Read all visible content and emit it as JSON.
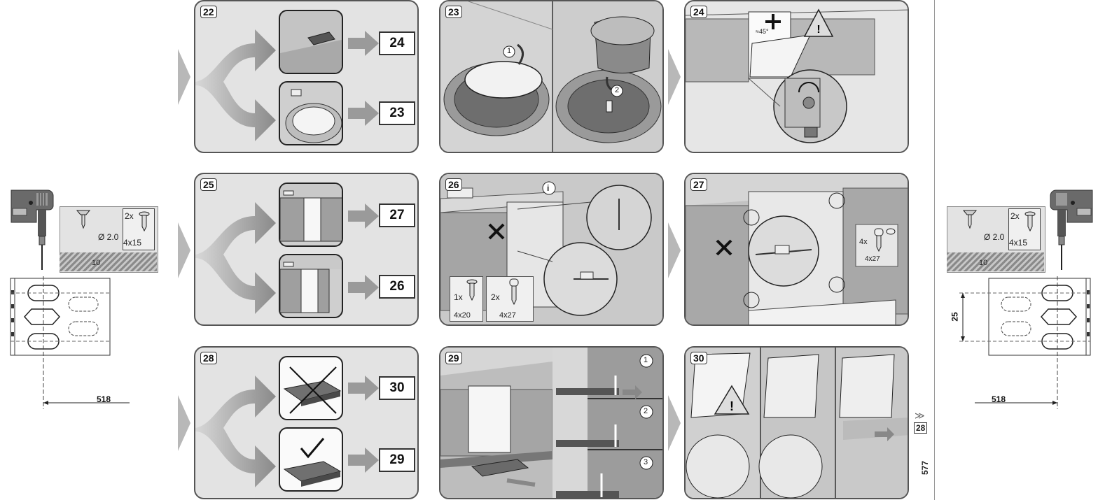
{
  "steps": {
    "s22": "22",
    "s23": "23",
    "s24": "24",
    "s25": "25",
    "s26": "26",
    "s27": "27",
    "s28": "28",
    "s29": "29",
    "s30": "30"
  },
  "refs": {
    "r22a": "24",
    "r22b": "23",
    "r25a": "27",
    "r25b": "26",
    "r28a": "30",
    "r28b": "29"
  },
  "callouts": {
    "c23_1": "1",
    "c23_2": "2",
    "c29_1": "1",
    "c29_2": "2",
    "c29_3": "3",
    "angle24": "≈45°",
    "info26": "i"
  },
  "screws": {
    "s26_qty1": "1x",
    "s26_size1": "4x20",
    "s26_qty2": "2x",
    "s26_size2": "4x27",
    "s27_qty": "4x",
    "s27_size": "4x27"
  },
  "left_drill": {
    "qty": "2x",
    "screw": "4x15",
    "diameter": "Ø 2.0",
    "depth": "10",
    "dimension": "518"
  },
  "right_drill": {
    "qty": "2x",
    "screw": "4x15",
    "diameter": "Ø 2.0",
    "depth": "10",
    "dimension": "518",
    "vertical_dim": "25"
  },
  "next_page": {
    "arrow": "≫",
    "page": "28"
  },
  "page_number": "577"
}
